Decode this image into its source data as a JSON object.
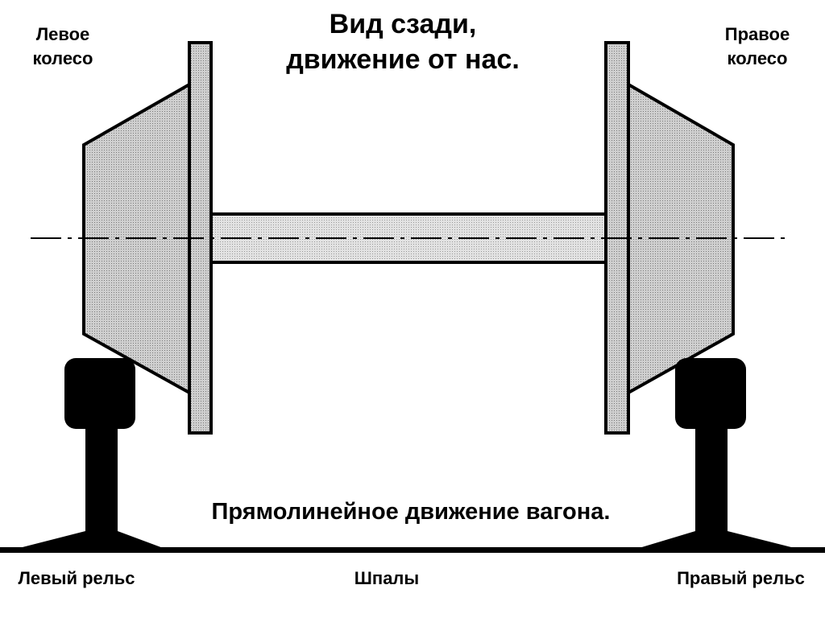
{
  "title": {
    "line1": "Вид сзади,",
    "line2": "движение от нас."
  },
  "labels": {
    "left_wheel_line1": "Левое",
    "left_wheel_line2": "колесо",
    "right_wheel_line1": "Правое",
    "right_wheel_line2": "колесо",
    "motion": "Прямолинейное движение вагона.",
    "left_rail": "Левый рельс",
    "sleepers": "Шпалы",
    "right_rail": "Правый рельс"
  },
  "colors": {
    "outline": "#000000",
    "wheel_fill": "#b8b8b8",
    "axle_fill": "#d4d4d4",
    "rail_fill": "#000000",
    "background": "#ffffff"
  }
}
